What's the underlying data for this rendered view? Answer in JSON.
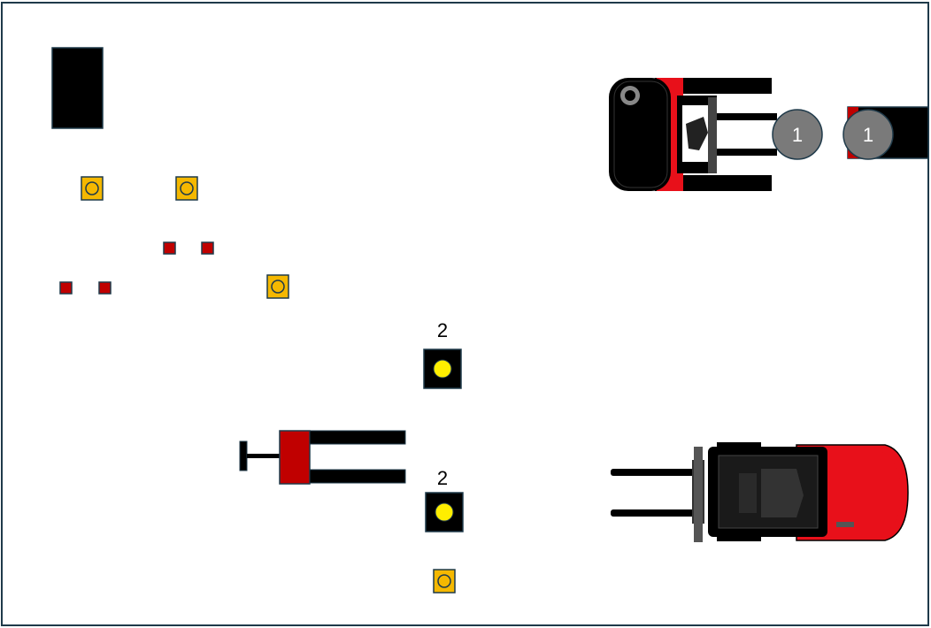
{
  "colors": {
    "frame": "#1f3a4a",
    "marker_yellow": "#f5b800",
    "marker_red": "#c00000",
    "marker_border": "#1f3a4a",
    "beacon_yellow": "#ffee00",
    "forklift_red": "#e8101a",
    "badge_grey": "#7a7a7a",
    "black": "#000000"
  },
  "numbers": {
    "badge_1": "1",
    "badge_2": "1",
    "label_top": "2",
    "label_bottom": "2"
  },
  "icons": {
    "forklift_top": "forklift-topdown-icon",
    "forklift_bottom": "forklift-topdown-icon",
    "pallet_jack": "pallet-jack-icon",
    "beacon": "beacon-icon",
    "marker": "floor-marker-icon"
  }
}
